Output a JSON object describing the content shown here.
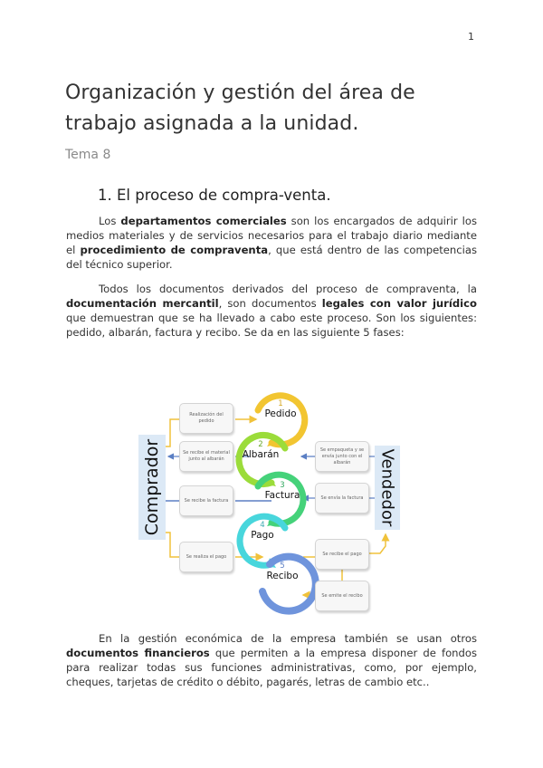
{
  "page": {
    "number": "1"
  },
  "header": {
    "title": "Organización y gestión del área de trabajo asignada a la unidad.",
    "subtitle": "Tema 8"
  },
  "section": {
    "heading": "1. El proceso de compra-venta."
  },
  "paragraphs": {
    "p1": {
      "t1": "Los ",
      "b1": "departamentos comerciales",
      "t2": " son los encargados de adquirir los medios materiales y de servicios necesarios para el trabajo diario mediante el ",
      "b2": "procedimiento de compraventa",
      "t3": ", que está dentro de las competencias del técnico superior."
    },
    "p2": {
      "t1": "Todos los documentos derivados del proceso de compraventa, la ",
      "b1": "documentación mercantil",
      "t2": ", son documentos ",
      "b2": "legales con valor jurídico",
      "t3": " que demuestran que se ha llevado a cabo este proceso. Son los siguientes: pedido, albarán, factura y recibo. Se da en las siguiente 5 fases:"
    },
    "p3": {
      "t1": "En la gestión económica de la empresa también se usan otros ",
      "b1": "documentos financieros",
      "t2": " que permiten a la empresa disponer de fondos para realizar todas sus funciones administrativas, como, por ejemplo, cheques, tarjetas de crédito o débito, pagarés, letras de cambio etc.."
    }
  },
  "diagram": {
    "left_actor": "Comprador",
    "right_actor": "Vendedor",
    "steps": [
      {
        "num": "1",
        "label": "Pedido",
        "color": "#f2c531"
      },
      {
        "num": "2",
        "label": "Albarán",
        "color": "#9bdc3a"
      },
      {
        "num": "3",
        "label": "Factura",
        "color": "#45d27a"
      },
      {
        "num": "4",
        "label": "Pago",
        "color": "#48d6dc"
      },
      {
        "num": "5",
        "label": "Recibo",
        "color": "#6f94dc"
      }
    ],
    "left_boxes": [
      "Realización del pedido",
      "Se recibe el material junto al albarán",
      "Se recibe la factura",
      "Se realiza el pago"
    ],
    "right_boxes": [
      "Se empaqueta y se envía junto con el albarán",
      "Se envía la factura",
      "Se recibe el pago",
      "Se emite el recibo"
    ],
    "colors": {
      "side_bg": "#dce9f6",
      "arrow_yellow": "#f0c23b",
      "arrow_blue": "#5b7fc4"
    }
  }
}
